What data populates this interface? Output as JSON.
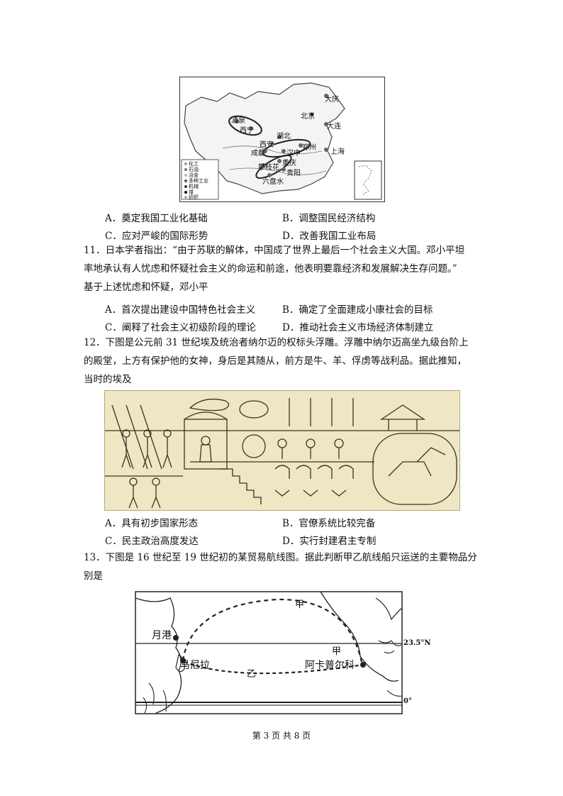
{
  "q10": {
    "map": {
      "cities": [
        "大庆",
        "北京",
        "大连",
        "酒泉",
        "西宁",
        "湖北",
        "西安",
        "郑州",
        "上海",
        "成都",
        "汉中",
        "重庆",
        "攀枝花",
        "贵阳",
        "六盘水"
      ],
      "legend": [
        "化工",
        "石油",
        "冶金",
        "多种工业",
        "机械",
        "煤",
        "纺织"
      ]
    },
    "options": {
      "A": "A．奠定我国工业化基础",
      "B": "B．调整国民经济结构",
      "C": "C．应对严峻的国际形势",
      "D": "D．改善我国工业布局"
    }
  },
  "q11": {
    "stem_lines": [
      "11．日本学者指出：“由于苏联的解体，中国成了世界上最后一个社会主义大国。邓小平坦",
      "率地承认有人忧虑和怀疑社会主义的命运和前途，他表明要靠经济和发展解决生存问题。”",
      "基于上述忧虑和怀疑，邓小平"
    ],
    "options": {
      "A": "A．首次提出建设中国特色社会主义",
      "B": "B．确定了全面建成小康社会的目标",
      "C": "C．阐释了社会主义初级阶段的理论",
      "D": "D．推动社会主义市场经济体制建立"
    }
  },
  "q12": {
    "stem_lines": [
      "12．下图是公元前 31 世纪埃及统治者纳尔迈的权标头浮雕。浮雕中纳尔迈高坐九级台阶上",
      "的殿堂，上方有保护他的女神，身后是其随从，前方是牛、羊、俘虏等战利品。据此推知，",
      "当时的埃及"
    ],
    "options": {
      "A": "A．具有初步国家形态",
      "B": "B．官僚系统比较完备",
      "C": "C．民主政治高度发达",
      "D": "D．实行封建君主专制"
    }
  },
  "q13": {
    "stem_lines": [
      "13．下图是 16 世纪至 19 世纪初的某贸易航线图。据此判断甲乙航线船只运送的主要物品分",
      "别是"
    ],
    "map": {
      "route_jia_top": "甲",
      "route_jia_mid": "甲",
      "route_yi": "乙",
      "port_yuegang": "月港",
      "port_manila": "马尼拉",
      "port_acapulco": "阿卡普尔科",
      "lat_tropic": "23.5°N",
      "lat_equator": "0°"
    }
  },
  "footer": "第 3 页 共 8 页",
  "colors": {
    "relief_bg": "#efe6c4",
    "line": "#222222"
  }
}
